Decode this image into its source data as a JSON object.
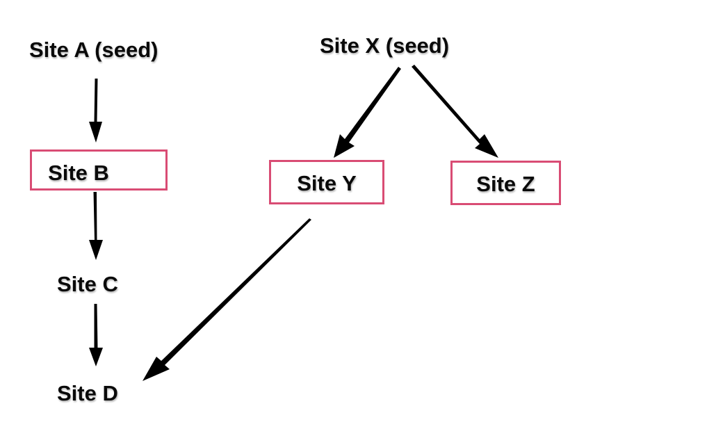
{
  "diagram": {
    "nodes": {
      "site_a": {
        "label": "Site A (seed)",
        "highlighted": false
      },
      "site_b": {
        "label": "Site B",
        "highlighted": true
      },
      "site_c": {
        "label": "Site C",
        "highlighted": false
      },
      "site_d": {
        "label": "Site D",
        "highlighted": false
      },
      "site_x": {
        "label": "Site X (seed)",
        "highlighted": false
      },
      "site_y": {
        "label": "Site Y",
        "highlighted": true
      },
      "site_z": {
        "label": "Site Z",
        "highlighted": true
      }
    },
    "edges": [
      {
        "from": "site_a",
        "to": "site_b"
      },
      {
        "from": "site_b",
        "to": "site_c"
      },
      {
        "from": "site_c",
        "to": "site_d"
      },
      {
        "from": "site_x",
        "to": "site_y"
      },
      {
        "from": "site_x",
        "to": "site_z"
      },
      {
        "from": "site_y",
        "to": "site_d"
      }
    ],
    "colors": {
      "highlight_border": "#d94c74",
      "arrow": "#000000",
      "text": "#0a0a0a"
    }
  }
}
